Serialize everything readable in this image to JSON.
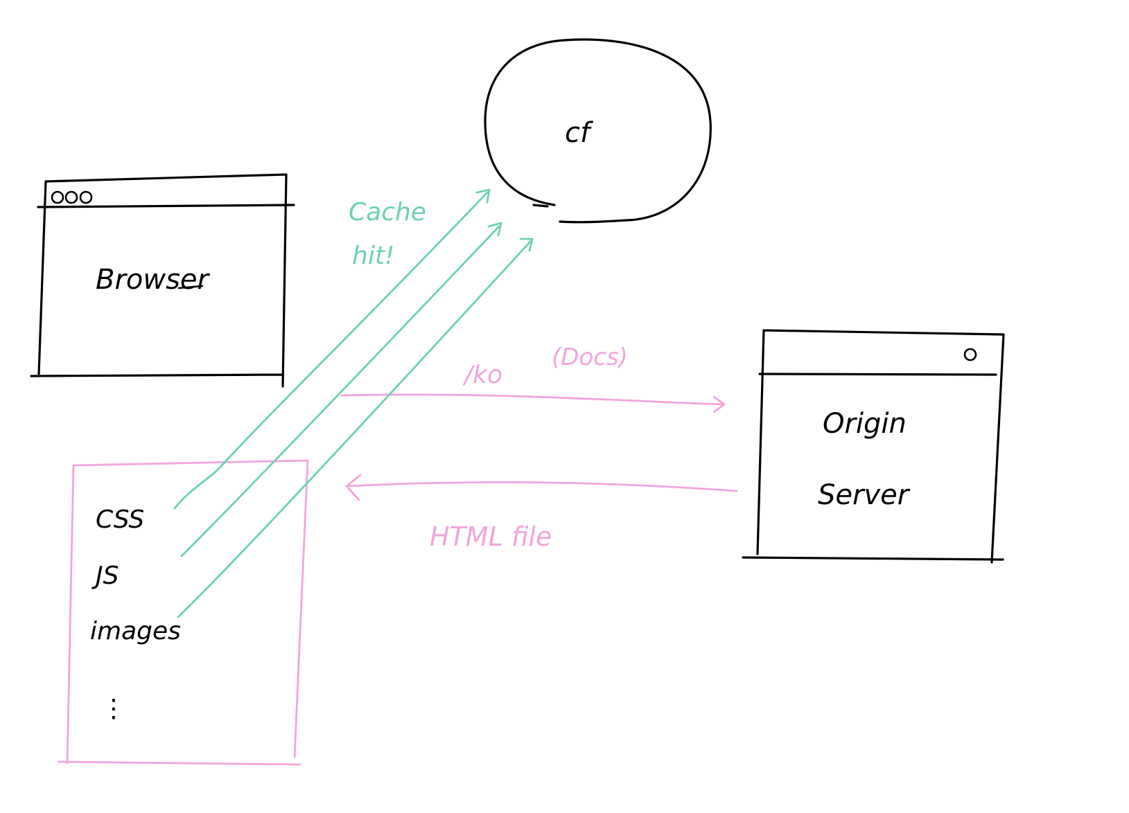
{
  "colors": {
    "ink": "#000000",
    "request": "#f2a5dc",
    "cache": "#6cd2ad",
    "background": "#ffffff"
  },
  "icons": {
    "browser_window_dots": "three-circle-window-controls",
    "server_window_dot": "single-circle-window-control"
  },
  "nodes": {
    "browser": {
      "label": "Browser"
    },
    "cloudflare": {
      "label": "cf"
    },
    "origin_server": {
      "label_line1": "Origin",
      "label_line2": "Server"
    },
    "assets": {
      "items": [
        "CSS",
        "JS",
        "images",
        "⋮"
      ]
    }
  },
  "edges": {
    "request": {
      "label": "/ko",
      "note": "(Docs)"
    },
    "response": {
      "label": "HTML file"
    },
    "cache": {
      "label_line1": "Cache",
      "label_line2": "hit!"
    }
  }
}
